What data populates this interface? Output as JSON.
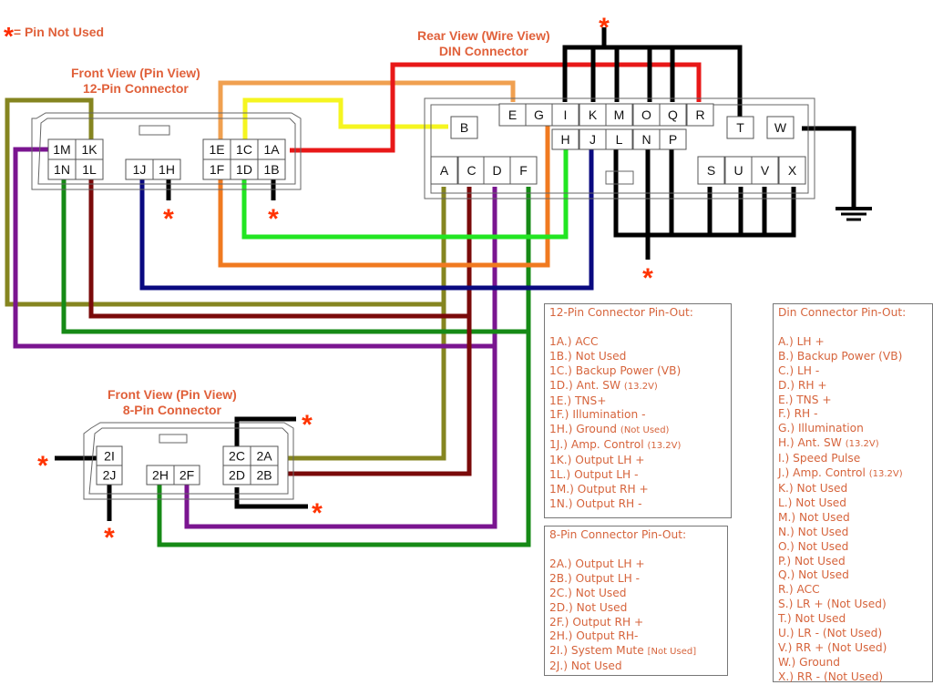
{
  "legend": {
    "symbol": "*",
    "text": "= Pin Not Used"
  },
  "titles": {
    "twelve_pin": [
      "Front View (Pin View)",
      "12-Pin Connector"
    ],
    "din": [
      "Rear View (Wire View)",
      "DIN Connector"
    ],
    "eight_pin": [
      "Front View (Pin View)",
      "8-Pin Connector"
    ]
  },
  "connectors": {
    "twelve_pin": {
      "left_block": [
        "1M",
        "1K",
        "1N",
        "1L"
      ],
      "middle_block": [
        "1J",
        "1H"
      ],
      "right_block": [
        "1E",
        "1C",
        "1A",
        "1F",
        "1D",
        "1B"
      ]
    },
    "eight_pin": {
      "left_block": [
        "2I",
        "2J"
      ],
      "middle_block": [
        "2H",
        "2F"
      ],
      "right_block": [
        "2C",
        "2A",
        "2D",
        "2B"
      ]
    },
    "din": {
      "top_row": [
        "E",
        "G",
        "I",
        "K",
        "M",
        "O",
        "Q",
        "R"
      ],
      "middle_row": [
        "H",
        "J",
        "L",
        "N",
        "P"
      ],
      "bottom_left": [
        "A",
        "C",
        "D",
        "F"
      ],
      "bottom_right": [
        "S",
        "U",
        "V",
        "X"
      ],
      "singles": [
        "B",
        "T",
        "W"
      ]
    }
  },
  "wire_colors": {
    "red": "#e81818",
    "orange_light": "#f0a050",
    "orange": "#f07a20",
    "yellow": "#f5f520",
    "olive": "#858520",
    "dark_red": "#7a0a0a",
    "purple": "#7a1590",
    "dark_green": "#168a16",
    "bright_green": "#22e622",
    "navy": "#0a0a80",
    "black": "#000000"
  },
  "pinouts": {
    "twelve_pin": {
      "title": "12-Pin Connector Pin-Out:",
      "rows": [
        {
          "pin": "1A.)",
          "desc": "ACC",
          "note": ""
        },
        {
          "pin": "1B.)",
          "desc": "Not Used",
          "note": ""
        },
        {
          "pin": "1C.)",
          "desc": "Backup Power (VB)",
          "note": ""
        },
        {
          "pin": "1D.)",
          "desc": "Ant. SW",
          "note": "(13.2V)"
        },
        {
          "pin": "1E.)",
          "desc": "TNS+",
          "note": ""
        },
        {
          "pin": "1F.)",
          "desc": "Illumination -",
          "note": ""
        },
        {
          "pin": "1H.)",
          "desc": "Ground",
          "note": "(Not Used)"
        },
        {
          "pin": "1J.)",
          "desc": "Amp. Control",
          "note": "(13.2V)"
        },
        {
          "pin": "1K.)",
          "desc": "Output LH +",
          "note": ""
        },
        {
          "pin": "1L.)",
          "desc": "Output LH -",
          "note": ""
        },
        {
          "pin": "1M.)",
          "desc": "Output RH +",
          "note": ""
        },
        {
          "pin": "1N.)",
          "desc": "Output RH -",
          "note": ""
        }
      ]
    },
    "eight_pin": {
      "title": "8-Pin Connector Pin-Out:",
      "rows": [
        {
          "pin": "2A.)",
          "desc": "Output LH +",
          "note": ""
        },
        {
          "pin": "2B.)",
          "desc": "Output LH -",
          "note": ""
        },
        {
          "pin": "2C.)",
          "desc": "Not Used",
          "note": ""
        },
        {
          "pin": "2D.)",
          "desc": "Not Used",
          "note": ""
        },
        {
          "pin": "2F.)",
          "desc": "Output RH +",
          "note": ""
        },
        {
          "pin": "2H.)",
          "desc": "Output RH-",
          "note": ""
        },
        {
          "pin": "2I.)",
          "desc": "System Mute",
          "note": "[Not Used]"
        },
        {
          "pin": "2J.)",
          "desc": "Not Used",
          "note": ""
        }
      ]
    },
    "din": {
      "title": "Din Connector Pin-Out:",
      "rows": [
        {
          "pin": "A.)",
          "desc": "LH +",
          "note": ""
        },
        {
          "pin": "B.)",
          "desc": "Backup Power (VB)",
          "note": ""
        },
        {
          "pin": "C.)",
          "desc": "LH -",
          "note": ""
        },
        {
          "pin": "D.)",
          "desc": "RH +",
          "note": ""
        },
        {
          "pin": "E.)",
          "desc": "TNS +",
          "note": ""
        },
        {
          "pin": "F.)",
          "desc": "RH -",
          "note": ""
        },
        {
          "pin": "G.)",
          "desc": "Illumination",
          "note": ""
        },
        {
          "pin": "H.)",
          "desc": "Ant. SW",
          "note": "(13.2V)"
        },
        {
          "pin": "I.)",
          "desc": "Speed Pulse",
          "note": ""
        },
        {
          "pin": "J.)",
          "desc": "Amp. Control",
          "note": "(13.2V)"
        },
        {
          "pin": "K.)",
          "desc": "Not Used",
          "note": ""
        },
        {
          "pin": "L.)",
          "desc": "Not Used",
          "note": ""
        },
        {
          "pin": "M.)",
          "desc": "Not Used",
          "note": ""
        },
        {
          "pin": "N.)",
          "desc": "Not Used",
          "note": ""
        },
        {
          "pin": "O.)",
          "desc": "Not Used",
          "note": ""
        },
        {
          "pin": "P.)",
          "desc": "Not Used",
          "note": ""
        },
        {
          "pin": "Q.)",
          "desc": "Not Used",
          "note": ""
        },
        {
          "pin": "R.)",
          "desc": "ACC",
          "note": ""
        },
        {
          "pin": "S.)",
          "desc": "LR + (Not Used)",
          "note": ""
        },
        {
          "pin": "T.)",
          "desc": "Not Used",
          "note": ""
        },
        {
          "pin": "U.)",
          "desc": "LR - (Not Used)",
          "note": ""
        },
        {
          "pin": "V.)",
          "desc": "RR + (Not Used)",
          "note": ""
        },
        {
          "pin": "W.)",
          "desc": "Ground",
          "note": ""
        },
        {
          "pin": "X.)",
          "desc": "RR - (Not Used)",
          "note": ""
        }
      ]
    }
  }
}
